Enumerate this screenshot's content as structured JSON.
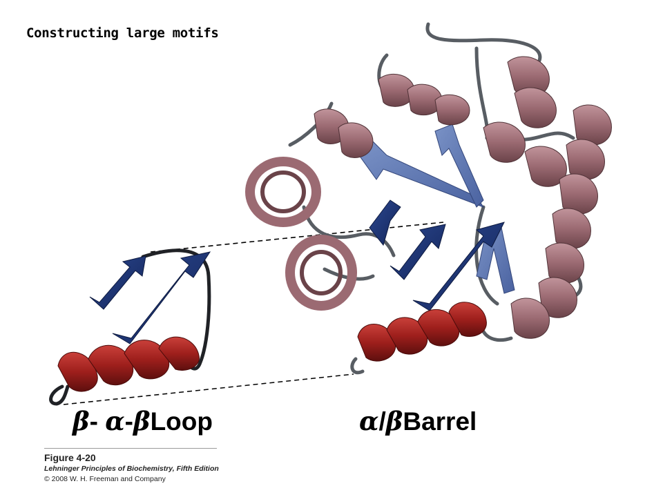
{
  "slide": {
    "title": "Constructing large motifs"
  },
  "labels": {
    "left": {
      "beta1": "β",
      "dash1": "- ",
      "alpha": "α",
      "dash2": "-",
      "beta2": "β",
      "word": "Loop"
    },
    "right": {
      "alpha": "α",
      "slash": "/",
      "beta": "β",
      "word": "Barrel"
    }
  },
  "credit": {
    "figure": "Figure 4-20",
    "book": "Lehninger Principles of Biochemistry, Fifth Edition",
    "copyright": "© 2008 W. H. Freeman and Company"
  },
  "colors": {
    "helix_dark_red": "#9e1f1c",
    "helix_pink": "#9b6a72",
    "strand_dark_blue": "#1c3270",
    "strand_light_blue": "#5a74ad",
    "loop_gray": "#555a60"
  }
}
